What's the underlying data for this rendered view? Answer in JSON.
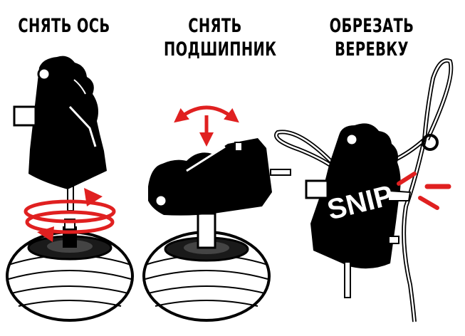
{
  "panels": [
    {
      "title_lines": [
        "СНЯТЬ ОСЬ"
      ]
    },
    {
      "title_lines": [
        "СНЯТЬ",
        "ПОДШИПНИК"
      ]
    },
    {
      "title_lines": [
        "ОБРЕЗАТЬ",
        "ВЕРЕВКУ"
      ],
      "tag_text": "SNIP"
    }
  ],
  "colors": {
    "ink": "#000000",
    "arrow": "#e02020",
    "paper": "#ffffff"
  }
}
